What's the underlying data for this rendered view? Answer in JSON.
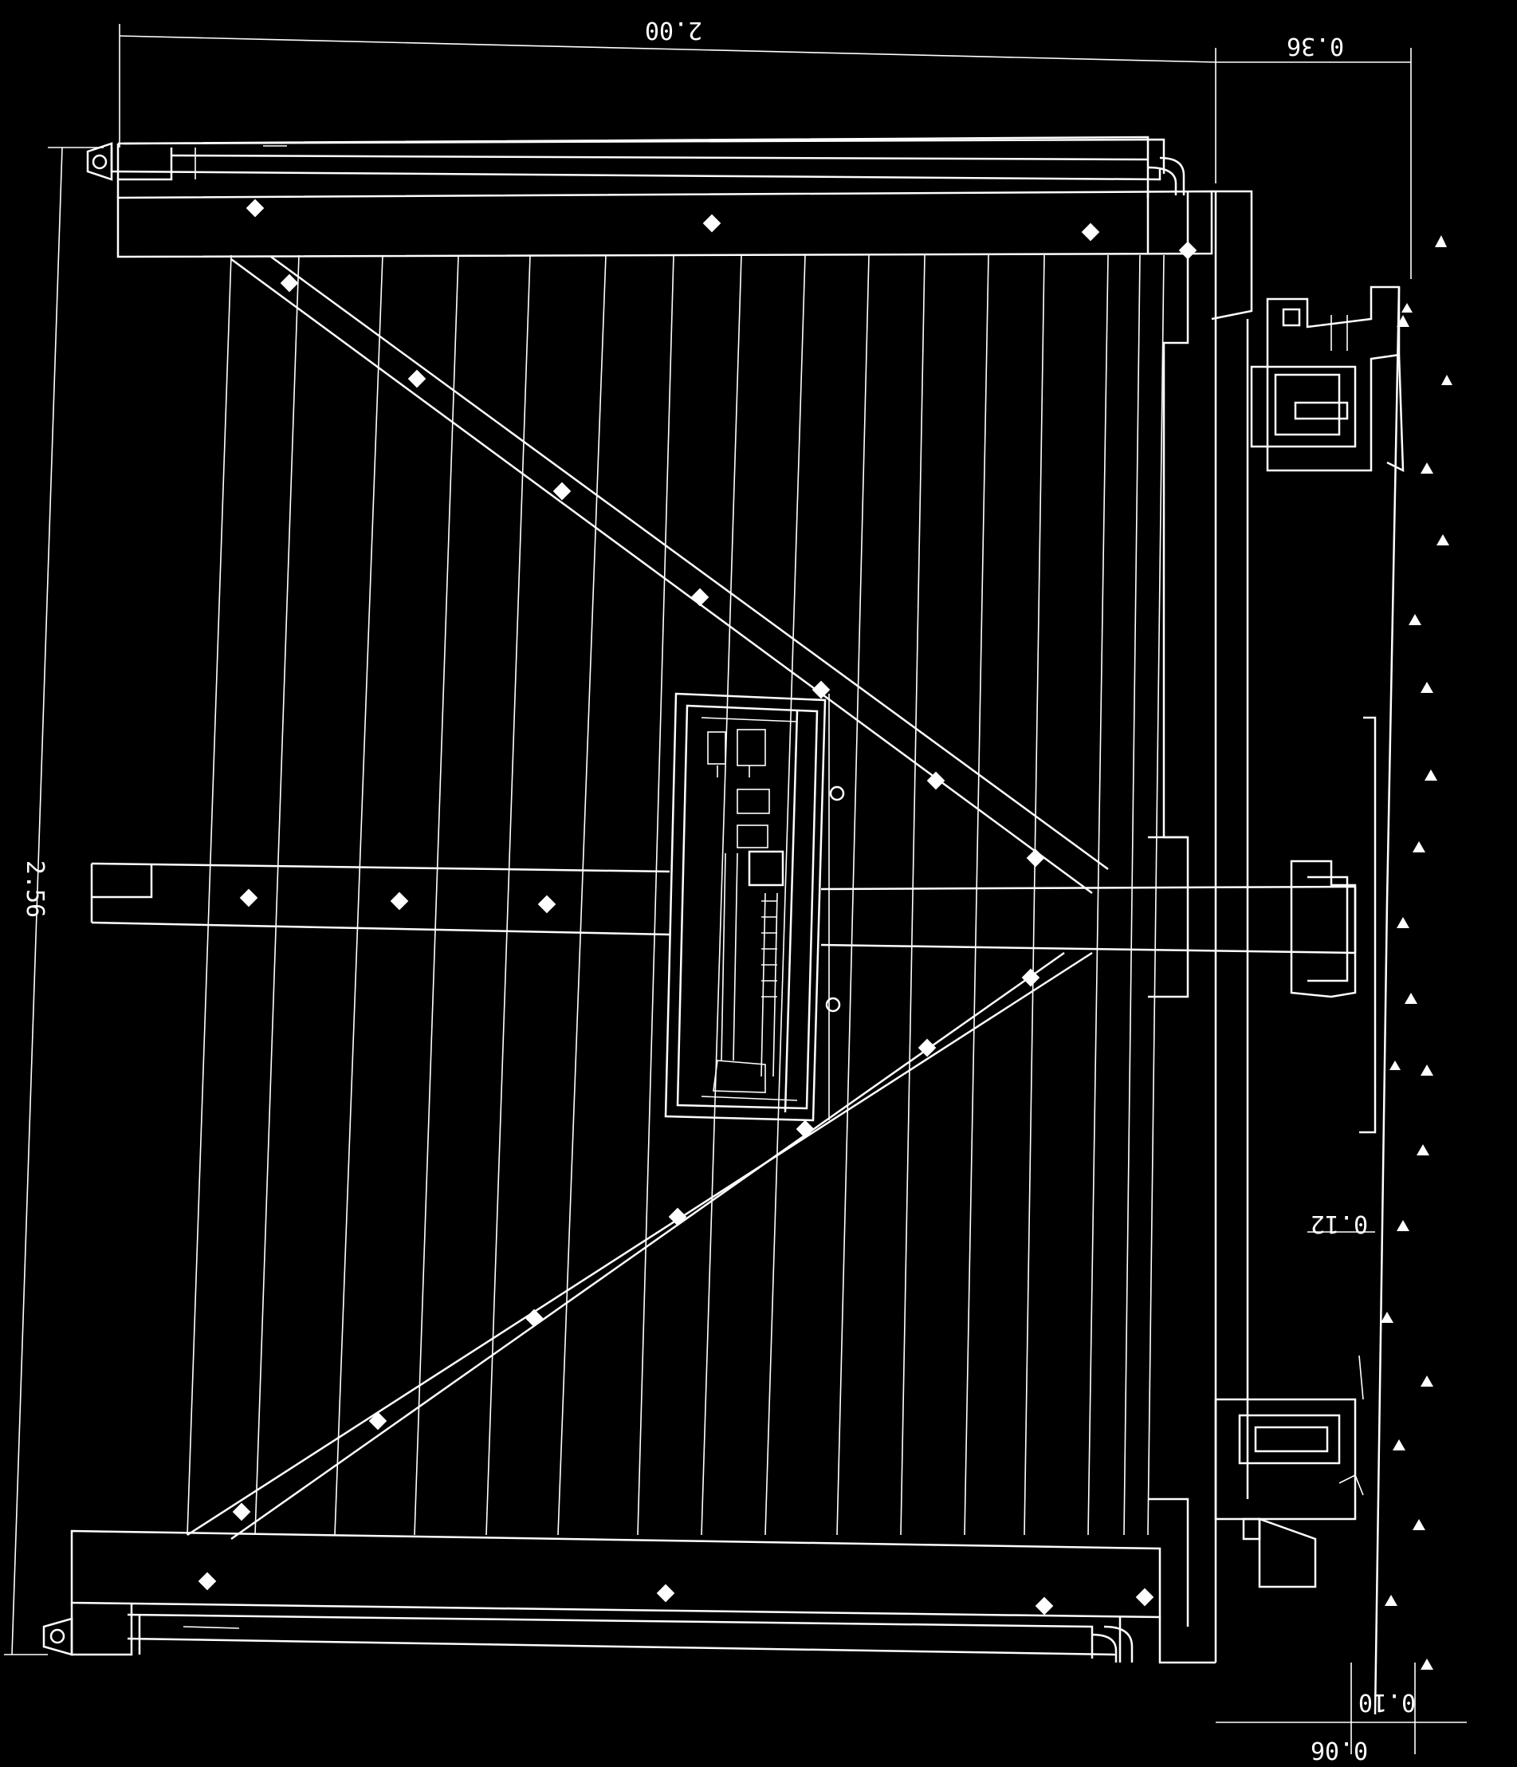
{
  "drawing": {
    "background": "#000000",
    "line_color": "#ffffff",
    "dimensions": {
      "top_width": "2.00",
      "top_offset": "0.36",
      "height": "2.56",
      "mid_right": "0.12",
      "bottom_right_a": "0.10",
      "bottom_right_b": "0.06"
    }
  }
}
